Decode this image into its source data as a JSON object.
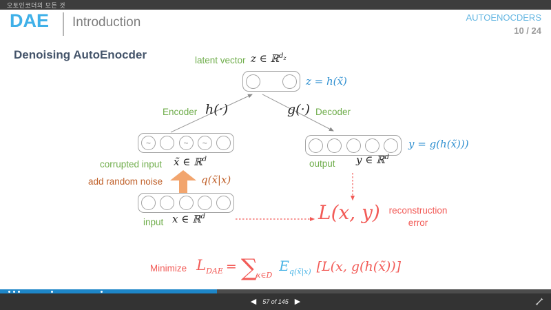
{
  "window": {
    "top_bar_title": "오토인코더의 모든 것"
  },
  "header": {
    "brand": "DAE",
    "section": "Introduction",
    "deck_title": "AUTOENOCDERS",
    "page_indicator": "10 / 24"
  },
  "slide": {
    "title": "Denoising AutoEnocder",
    "diagram": {
      "latent_label": "latent vector",
      "latent_math": {
        "base": "z ∈ ℝ",
        "sup": "d",
        "supsub": "z"
      },
      "latent_eq": "z = h(x̃)",
      "encoder_label": "Encoder",
      "encoder_fn": "h(·)",
      "decoder_fn": "g(·)",
      "decoder_label": "Decoder",
      "corrupted_label": "corrupted input",
      "corrupted_math": {
        "base": "x̃ ∈ ℝ",
        "sup": "d"
      },
      "noise_label": "add random noise",
      "noise_dist": "q(x̃|x)",
      "input_label": "input",
      "input_math": {
        "base": "x ∈ ℝ",
        "sup": "d"
      },
      "output_label": "output",
      "output_math": {
        "base": "y ∈ ℝ",
        "sup": "d"
      },
      "output_eq": "y = g(h(x̃)))",
      "loss": "L(x, y)",
      "recon_line1": "reconstruction",
      "recon_line2": "error",
      "tilde": "~"
    },
    "formula": {
      "minimize": "Minimize",
      "loss_base": "L",
      "loss_sub": "DAE",
      "equals": "=",
      "sum": "∑",
      "sum_sub": "x∈D",
      "expect_base": "E",
      "expect_sub": "q(x̃|x)",
      "bracket": "[L(x, g(h(x̃))]"
    },
    "colors": {
      "brand_blue": "#3fb0e8",
      "label_green": "#6fad4b",
      "noise_orange": "#c0612b",
      "arrow_orange_fill": "#f2a56e",
      "formula_red": "#f25b57",
      "eq_blue": "#2e8fd0",
      "expectation_cyan": "#49b4e6",
      "title_slate": "#44546a",
      "progress_blue": "#1e86c8"
    }
  },
  "player": {
    "nav_text": "57 of 145",
    "progress_percent": 39.4
  }
}
